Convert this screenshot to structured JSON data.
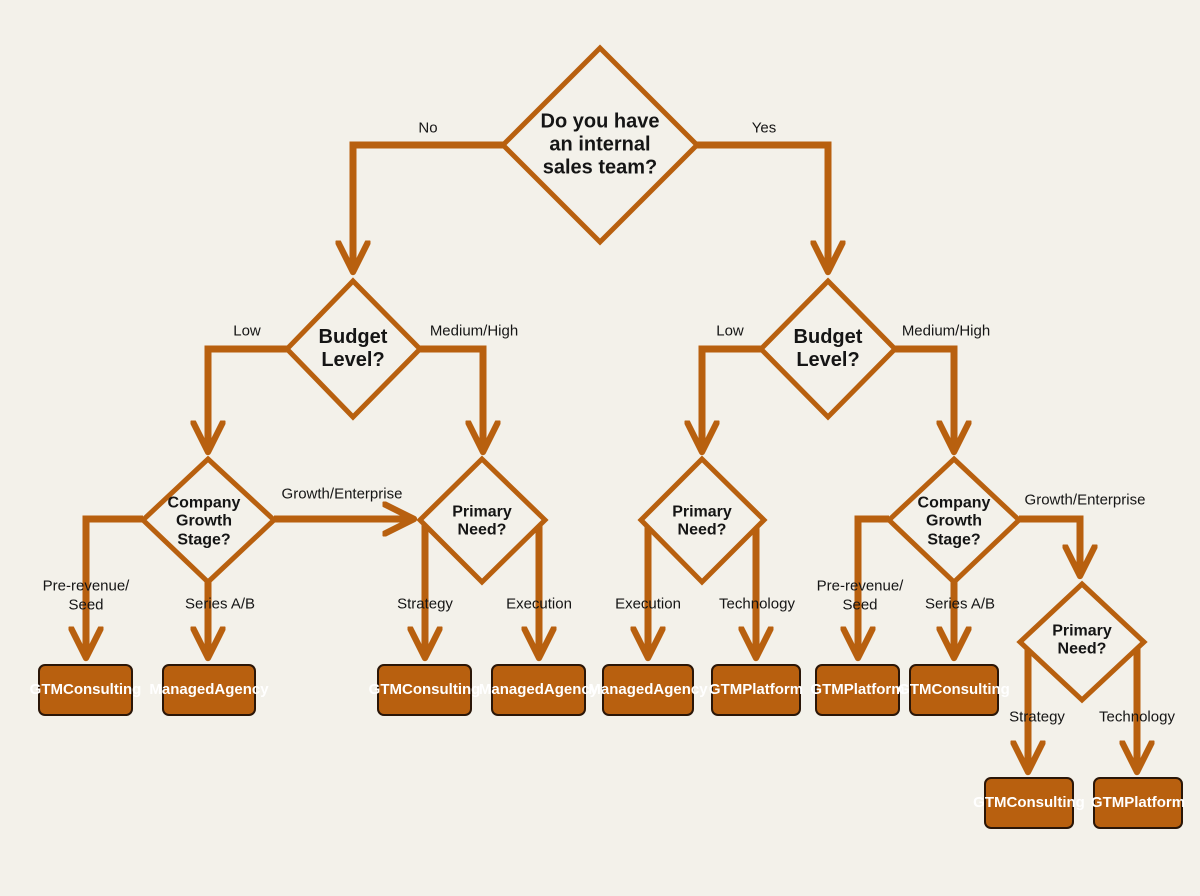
{
  "colors": {
    "background": "#f3f1ea",
    "connector": "#b8600f",
    "outcome_fill": "#b8600f",
    "outcome_border": "#2a1608"
  },
  "decisions": {
    "root": "Do you have an internal sales team?",
    "budget_no": "Budget Level?",
    "budget_yes": "Budget Level?",
    "growth_stage_no": "Company Growth Stage?",
    "need_no_high": "Primary Need?",
    "need_yes_low": "Primary Need?",
    "growth_stage_yes": "Company Growth Stage?",
    "need_yes_enterprise": "Primary Need?"
  },
  "edges": {
    "no": "No",
    "yes": "Yes",
    "low_left": "Low",
    "medium_high_left": "Medium/High",
    "low_right": "Low",
    "medium_high_right": "Medium/High",
    "growth_enterprise_left": "Growth/Enterprise",
    "pre_revenue_left": "Pre-revenue/ Seed",
    "series_ab_left": "Series A/B",
    "strategy_left": "Strategy",
    "execution_left": "Execution",
    "execution_right": "Execution",
    "technology_right": "Technology",
    "pre_revenue_right": "Pre-revenue/ Seed",
    "series_ab_right": "Series A/B",
    "growth_enterprise_right": "Growth/Enterprise",
    "strategy_right": "Strategy",
    "technology_far_right": "Technology"
  },
  "outcomes": [
    {
      "line1": "GTM",
      "line2": "Consulting"
    },
    {
      "line1": "Managed",
      "line2": "Agency"
    },
    {
      "line1": "GTM",
      "line2": "Consulting"
    },
    {
      "line1": "Managed",
      "line2": "Agency"
    },
    {
      "line1": "Managed",
      "line2": "Agency"
    },
    {
      "line1": "GTM",
      "line2": "Platform"
    },
    {
      "line1": "GTM",
      "line2": "Platform"
    },
    {
      "line1": "GTM",
      "line2": "Consulting"
    },
    {
      "line1": "GTM",
      "line2": "Consulting"
    },
    {
      "line1": "GTM",
      "line2": "Platform"
    }
  ]
}
